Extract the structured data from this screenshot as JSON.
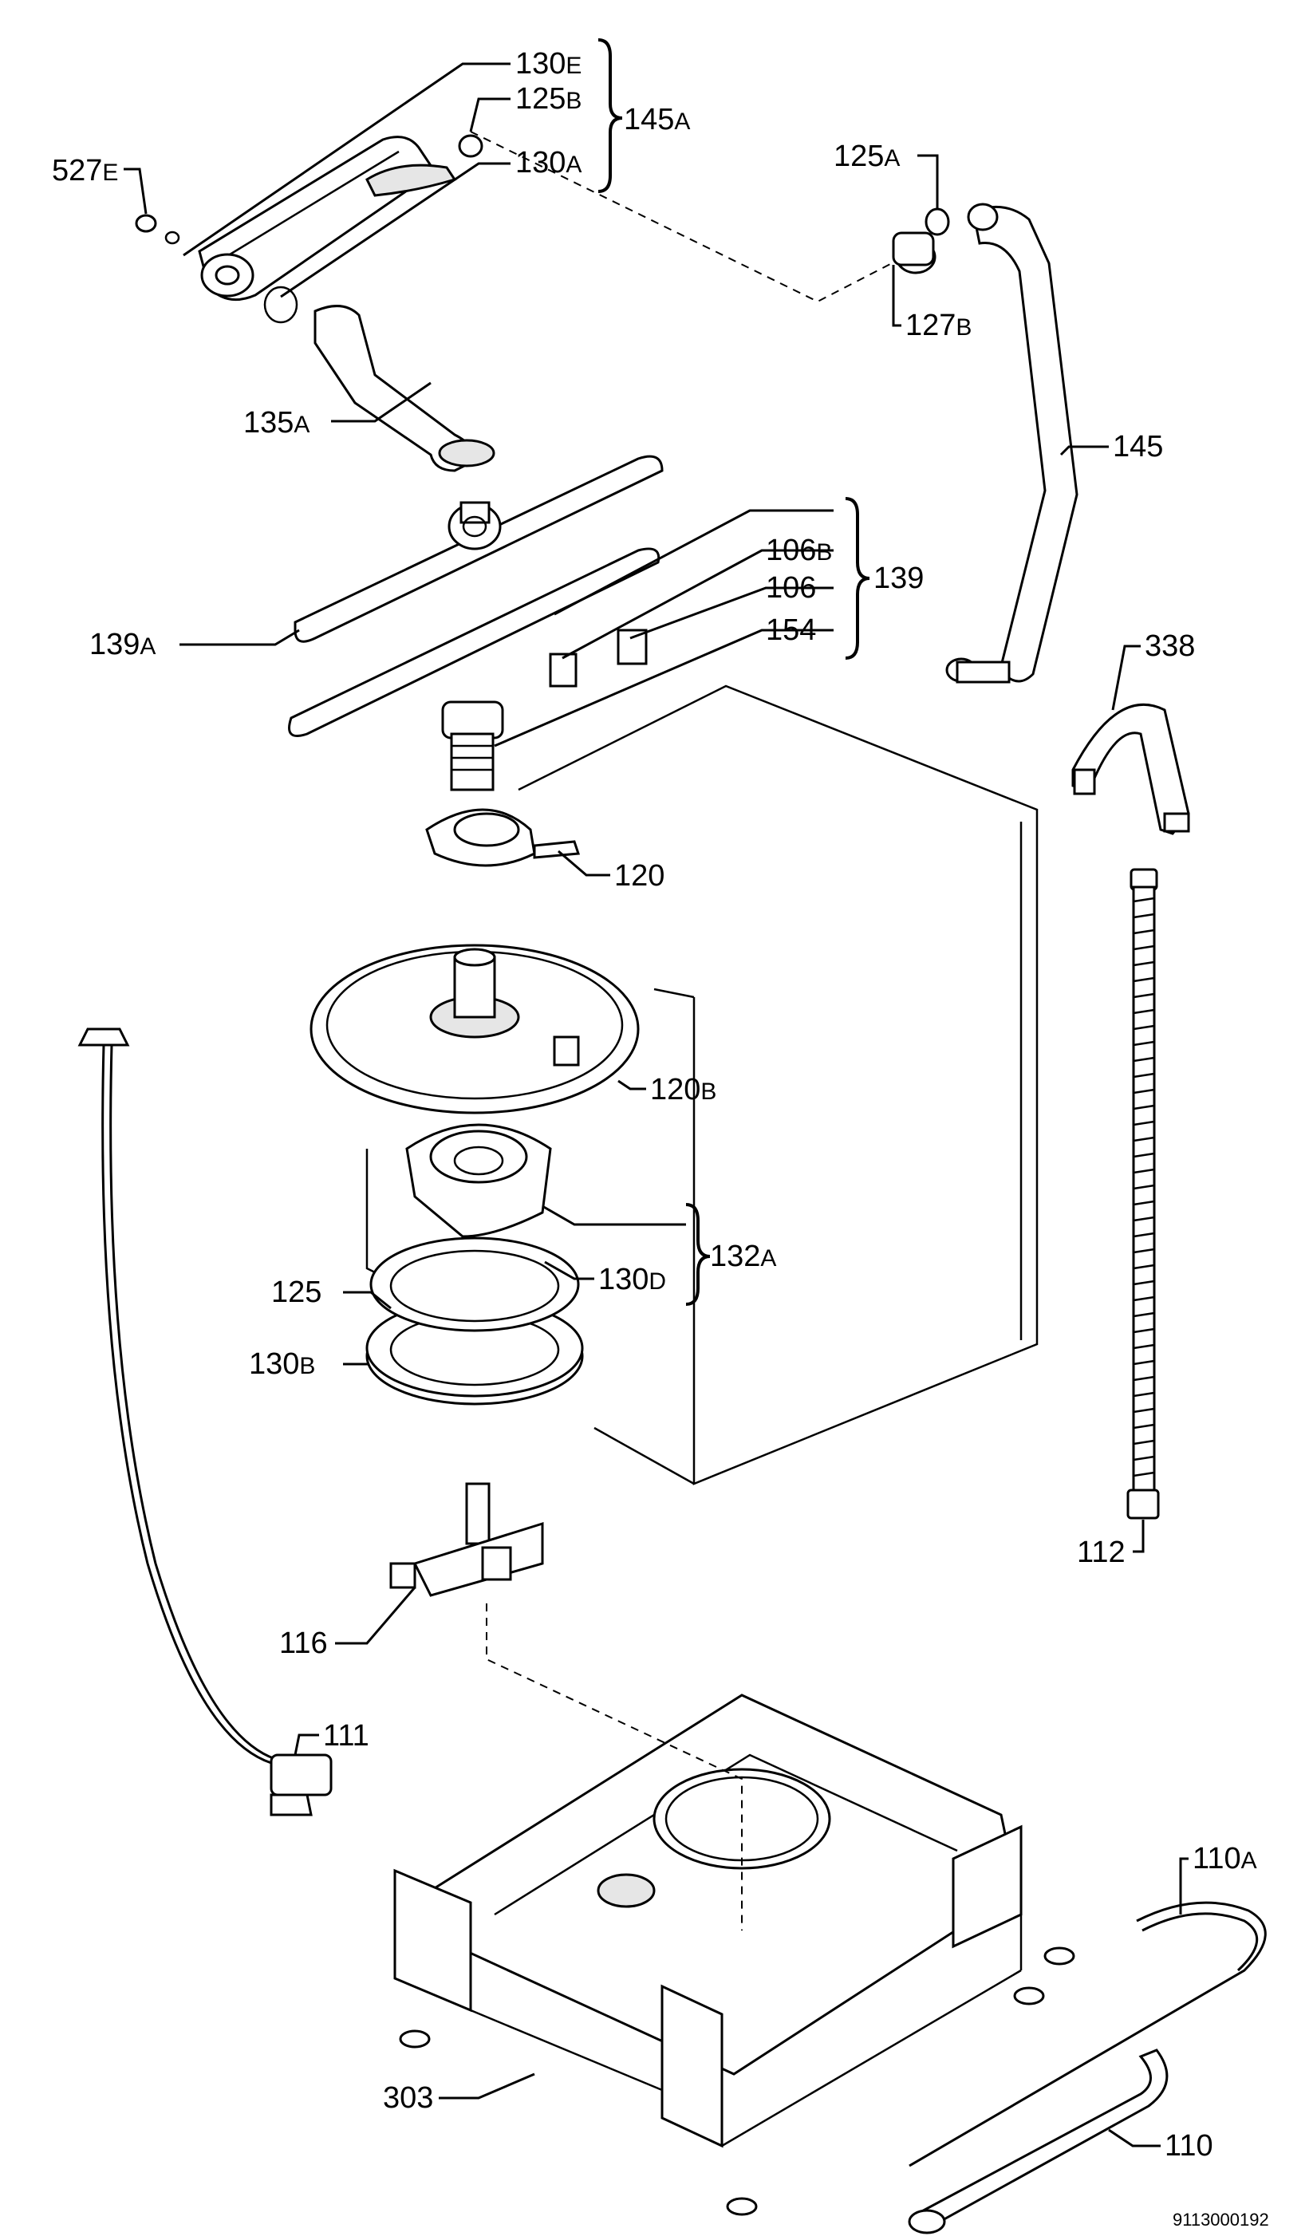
{
  "diagram": {
    "labels": {
      "l130E": {
        "main": "130",
        "sfx": "E"
      },
      "l125B": {
        "main": "125",
        "sfx": "B"
      },
      "l145A": {
        "main": "145",
        "sfx": "A"
      },
      "l130A": {
        "main": "130",
        "sfx": "A"
      },
      "l527E": {
        "main": "527",
        "sfx": "E"
      },
      "l125A": {
        "main": "125",
        "sfx": "A"
      },
      "l127B": {
        "main": "127",
        "sfx": "B"
      },
      "l135A": {
        "main": "135",
        "sfx": "A"
      },
      "l145": {
        "main": "145",
        "sfx": ""
      },
      "l106B": {
        "main": "106",
        "sfx": "B"
      },
      "l139": {
        "main": "139",
        "sfx": ""
      },
      "l106": {
        "main": "106",
        "sfx": ""
      },
      "l154": {
        "main": "154",
        "sfx": ""
      },
      "l139A": {
        "main": "139",
        "sfx": "A"
      },
      "l338": {
        "main": "338",
        "sfx": ""
      },
      "l120": {
        "main": "120",
        "sfx": ""
      },
      "l120B": {
        "main": "120",
        "sfx": "B"
      },
      "l132A": {
        "main": "132",
        "sfx": "A"
      },
      "l130D": {
        "main": "130",
        "sfx": "D"
      },
      "l125": {
        "main": "125",
        "sfx": ""
      },
      "l130B": {
        "main": "130",
        "sfx": "B"
      },
      "l112": {
        "main": "112",
        "sfx": ""
      },
      "l116": {
        "main": "116",
        "sfx": ""
      },
      "l111": {
        "main": "111",
        "sfx": ""
      },
      "l110A": {
        "main": "110",
        "sfx": "A"
      },
      "l303": {
        "main": "303",
        "sfx": ""
      },
      "l110": {
        "main": "110",
        "sfx": ""
      }
    },
    "drawing_code": "9113000192"
  }
}
